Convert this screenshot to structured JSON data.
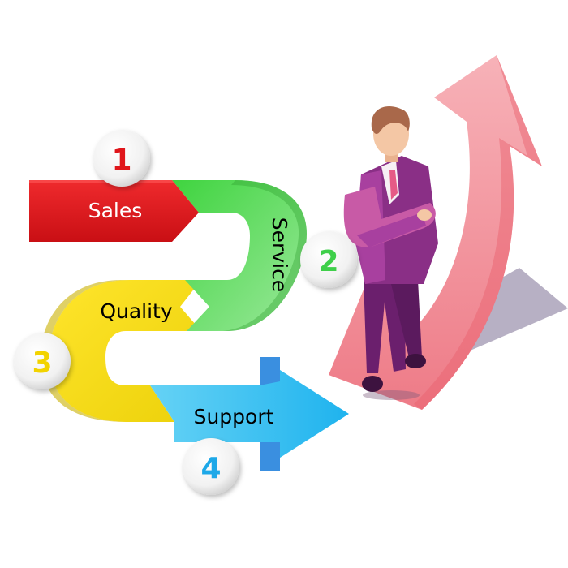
{
  "steps": [
    {
      "number": "1",
      "label": "Sales",
      "color": "#e0161b",
      "number_color": "#e0161b"
    },
    {
      "number": "2",
      "label": "Service",
      "color": "#5cd65c",
      "number_color": "#3fcf4a"
    },
    {
      "number": "3",
      "label": "Quality",
      "color": "#f3e51a",
      "number_color": "#f2d300"
    },
    {
      "number": "4",
      "label": "Support",
      "color": "#2cc6f0",
      "number_color": "#1da8e8"
    }
  ],
  "colors": {
    "growth_arrow": "#f2878f",
    "suit": "#8a2f86",
    "skin": "#f4c7a5",
    "hair": "#a9684a"
  },
  "icons": [
    "growth-arrow-icon",
    "businessman-icon"
  ]
}
